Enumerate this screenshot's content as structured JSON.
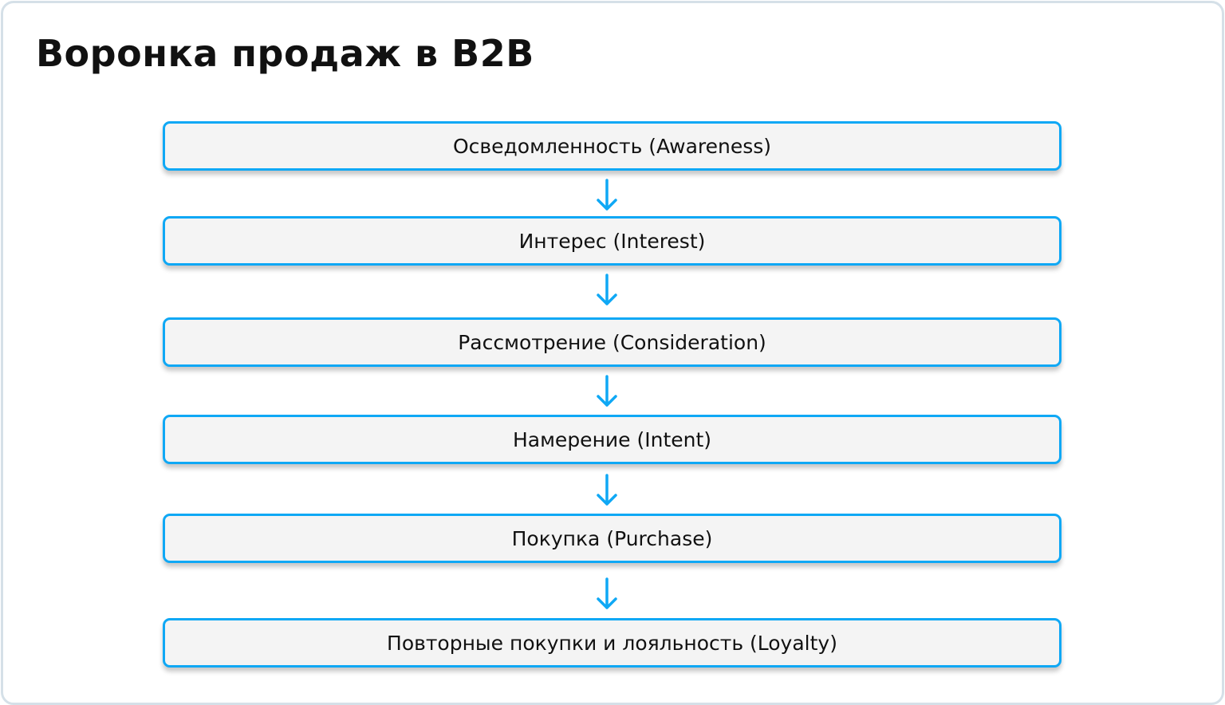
{
  "title": "Воронка продаж в B2B",
  "stages": [
    {
      "label": "Осведомленность (Awareness)"
    },
    {
      "label": "Интерес (Interest)"
    },
    {
      "label": "Рассмотрение (Consideration)"
    },
    {
      "label": "Намерение (Intent)"
    },
    {
      "label": "Покупка (Purchase)"
    },
    {
      "label": "Повторные покупки и лояльность (Loyalty)"
    }
  ],
  "colors": {
    "accent": "#0fa8f5",
    "box_fill": "#f4f4f4",
    "frame": "#d5e0e8"
  }
}
